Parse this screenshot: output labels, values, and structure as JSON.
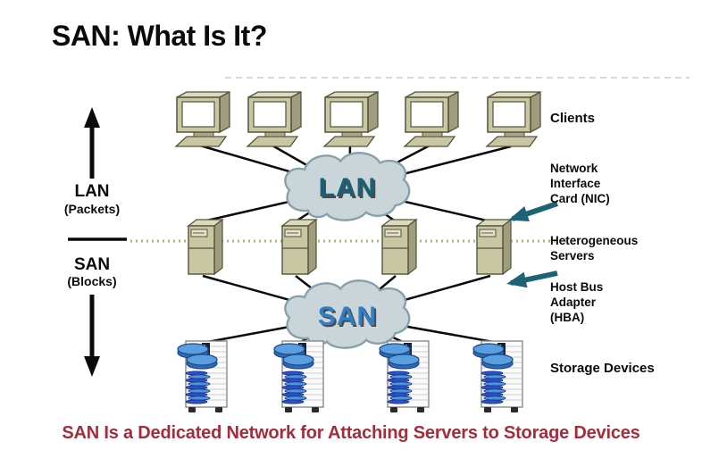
{
  "title": "SAN: What Is It?",
  "left_axis": {
    "lan": "LAN",
    "lan_sub": "(Packets)",
    "san": "SAN",
    "san_sub": "(Blocks)"
  },
  "clouds": {
    "lan": "LAN",
    "san": "SAN"
  },
  "labels": {
    "clients": "Clients",
    "nic": [
      "Network",
      "Interface",
      "Card (NIC)"
    ],
    "servers": [
      "Heterogeneous",
      "Servers"
    ],
    "hba": [
      "Host Bus",
      "Adapter",
      "(HBA)"
    ],
    "storage": "Storage Devices"
  },
  "caption": "SAN Is a Dedicated Network for Attaching Servers to Storage Devices",
  "colors": {
    "caption_red": "#a62b3b",
    "lan_text": "#16607a",
    "san_text": "#2f7fc4",
    "cloud_fill": "#c9d5d9",
    "cloud_stroke": "#87a1ab",
    "arrow_teal": "#1d6275",
    "device_khaki": "#c9c6a4",
    "dotted_line": "#b3b377"
  }
}
